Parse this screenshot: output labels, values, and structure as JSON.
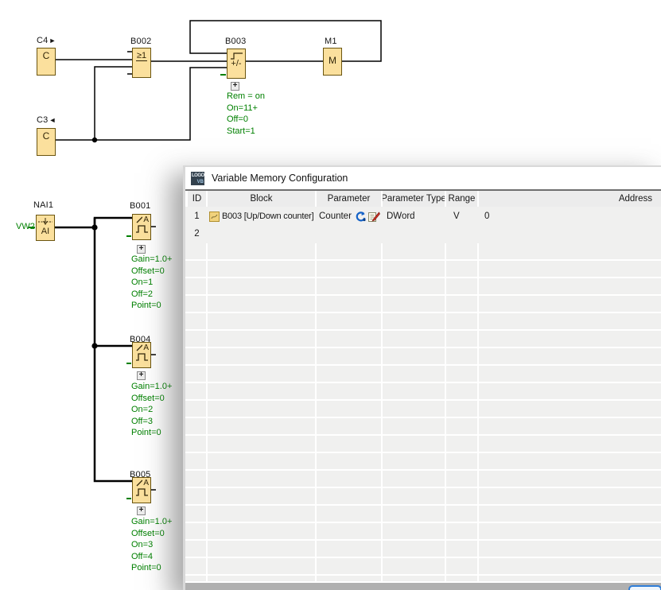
{
  "diagram": {
    "colors": {
      "block_fill": "#fbe09d",
      "block_border": "#6b5510",
      "param_green": "#008000",
      "wire": "#000000"
    },
    "blocks": {
      "c4": {
        "name": "C4",
        "marker": "►",
        "sym": "C"
      },
      "c3": {
        "name": "C3",
        "marker": "◄",
        "sym": "C"
      },
      "b002": {
        "name": "B002",
        "sym": "≥1"
      },
      "b003": {
        "name": "B003",
        "sym": "+/-"
      },
      "m1": {
        "name": "M1",
        "sym": "M"
      },
      "nai1": {
        "name": "NAI1",
        "sym": "AI",
        "input": "VW2"
      },
      "b001": {
        "name": "B001",
        "sym": "A"
      },
      "b004": {
        "name": "B004",
        "sym": "A"
      },
      "b005": {
        "name": "B005",
        "sym": "A"
      }
    },
    "expand_symbol": "+",
    "params": {
      "b003": [
        "Rem = on",
        "On=11+",
        "Off=0",
        "Start=1"
      ],
      "b001": [
        "Gain=1.0+",
        "Offset=0",
        "On=1",
        "Off=2",
        "Point=0"
      ],
      "b004": [
        "Gain=1.0+",
        "Offset=0",
        "On=2",
        "Off=3",
        "Point=0"
      ],
      "b005": [
        "Gain=1.0+",
        "Offset=0",
        "On=3",
        "Off=4",
        "Point=0"
      ]
    }
  },
  "dialog": {
    "title": "Variable Memory Configuration",
    "columns": [
      "ID",
      "Block",
      "Parameter",
      "Parameter Type",
      "Range",
      "Address"
    ],
    "rows": [
      {
        "id": "1",
        "block": "B003 [Up/Down counter]",
        "parameter": "Counter",
        "param_type": "DWord",
        "range": "V",
        "address": "0"
      },
      {
        "id": "2",
        "block": "",
        "parameter": "",
        "param_type": "",
        "range": "",
        "address": ""
      }
    ]
  }
}
